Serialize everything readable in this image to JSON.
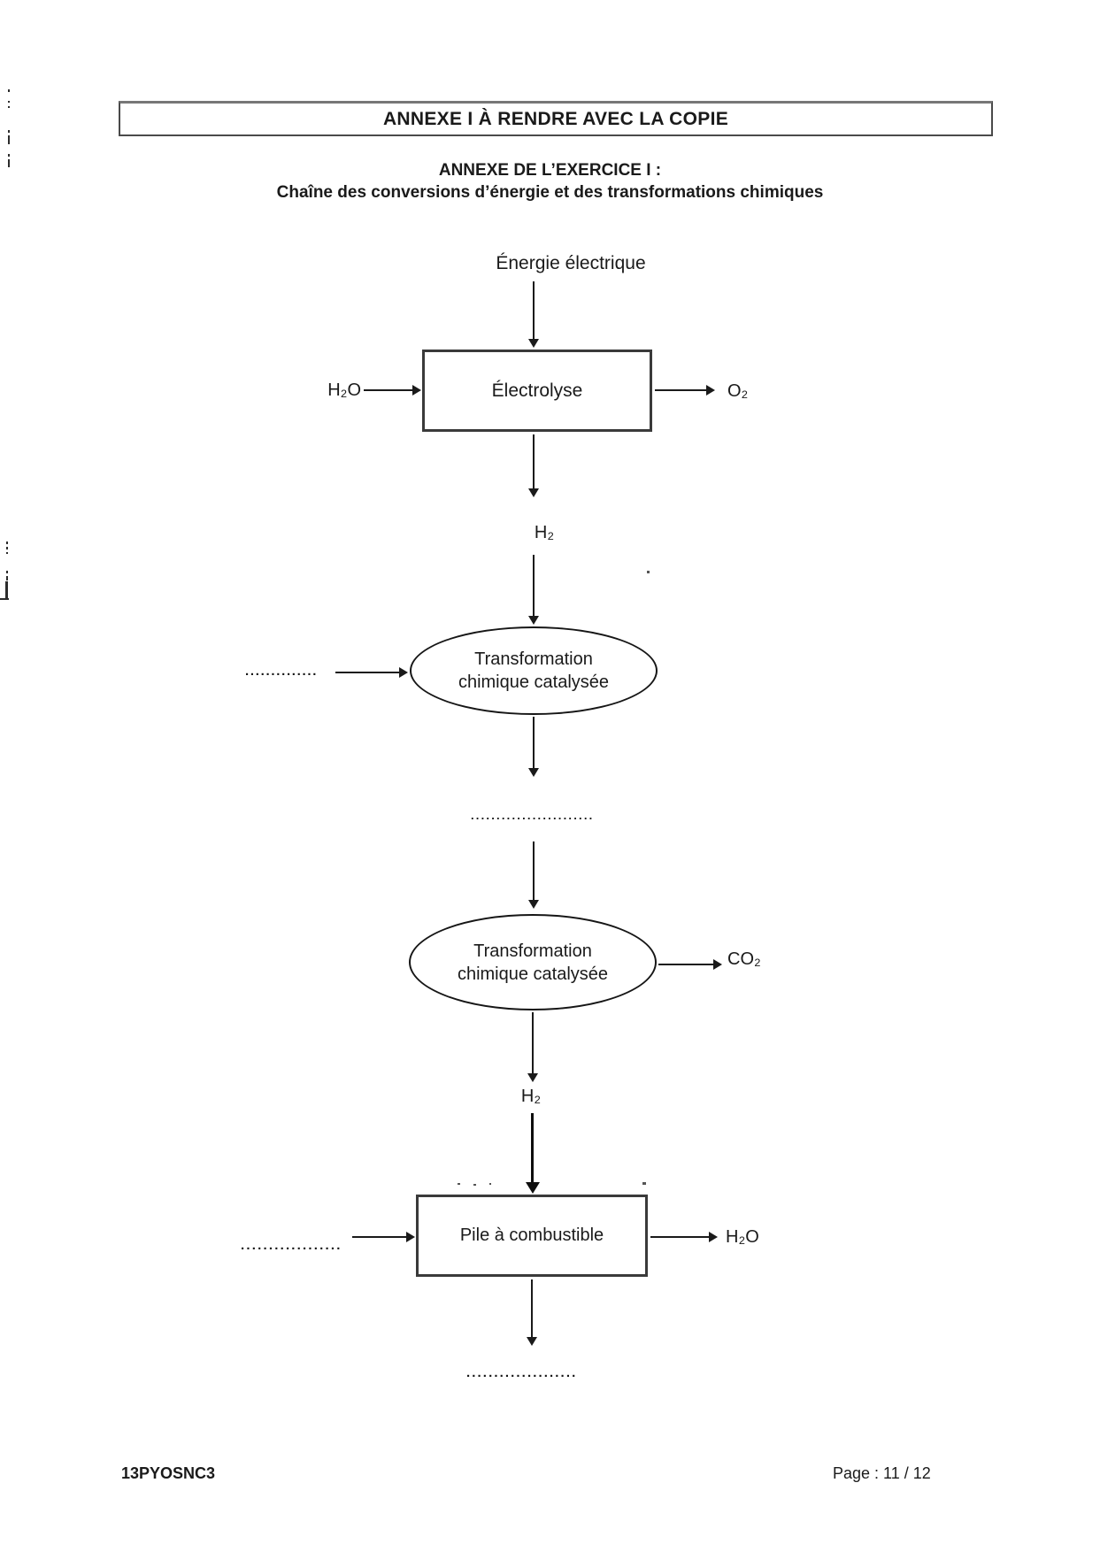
{
  "page": {
    "header_title": "ANNEXE I À RENDRE AVEC LA COPIE",
    "subtitle_line1": "ANNEXE DE L’EXERCICE I :",
    "subtitle_line2": "Chaîne des conversions d’énergie et des transformations chimiques",
    "footer_left": "13PYOSNC3",
    "footer_right": "Page : 11 / 12"
  },
  "diagram": {
    "energy_label": "Énergie électrique",
    "electrolysis_label": "Électrolyse",
    "water_in": "H₂O",
    "oxygen_out": "O₂",
    "hydrogen_1": "H₂",
    "transformation1_line1": "Transformation",
    "transformation1_line2": "chimique catalysée",
    "reactant1_placeholder": "..............",
    "intermediate_placeholder": "........................",
    "transformation2_line1": "Transformation",
    "transformation2_line2": "chimique catalysée",
    "co2_out": "CO₂",
    "hydrogen_2": "H₂",
    "fuel_cell_label": "Pile à combustible",
    "reactant2_placeholder": "..................",
    "water_out": "H₂O",
    "final_placeholder": "...................."
  },
  "colors": {
    "ink": "#1a1a1a",
    "paper": "#ffffff"
  }
}
